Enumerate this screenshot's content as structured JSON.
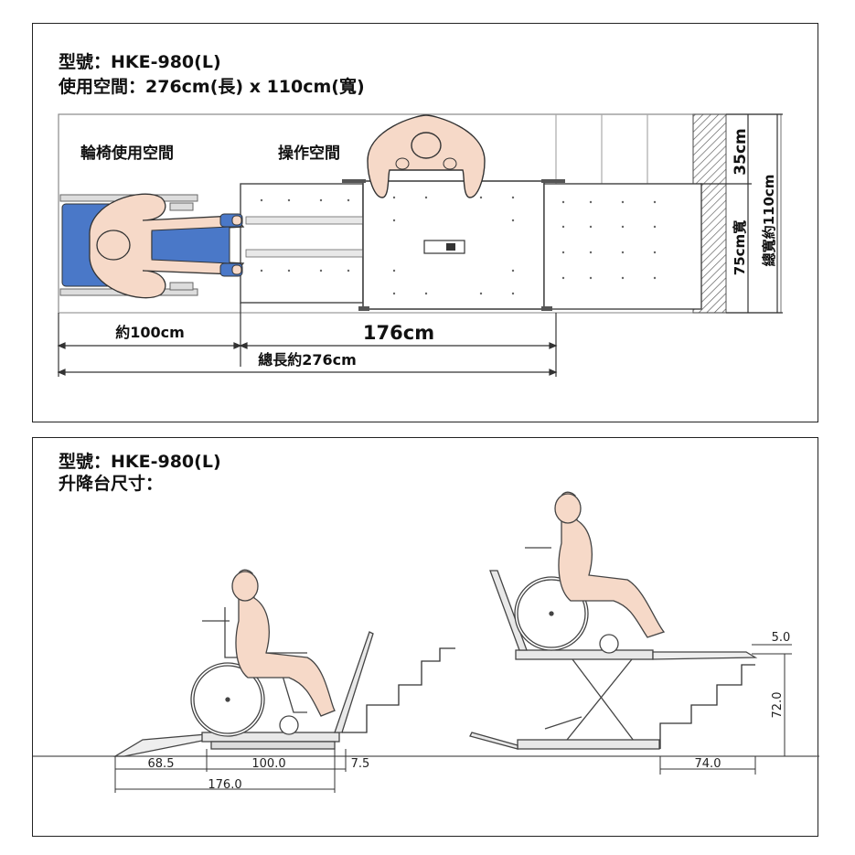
{
  "top_panel": {
    "model_line": "型號：HKE-980(L)",
    "space_line": "使用空間：276cm(長) x 110cm(寬)",
    "label_wheelchair_space": "輪椅使用空間",
    "label_operation_space": "操作空間",
    "dim_about_100": "約100cm",
    "dim_176": "176cm",
    "dim_total_length": "總長約276cm",
    "dim_35": "35cm",
    "dim_75_width": "75cm寬",
    "dim_total_width": "總寬約110cm"
  },
  "bottom_panel": {
    "model_line": "型號：HKE-980(L)",
    "size_line": "升降台尺寸：",
    "dim_68_5": "68.5",
    "dim_100_0": "100.0",
    "dim_7_5": "7.5",
    "dim_176_0": "176.0",
    "dim_5_0": "5.0",
    "dim_72_0": "72.0",
    "dim_74_0": "74.0"
  },
  "colors": {
    "wheelchair_blue": "#4a78c8",
    "skin": "#f6d9c8",
    "line": "#333333"
  }
}
